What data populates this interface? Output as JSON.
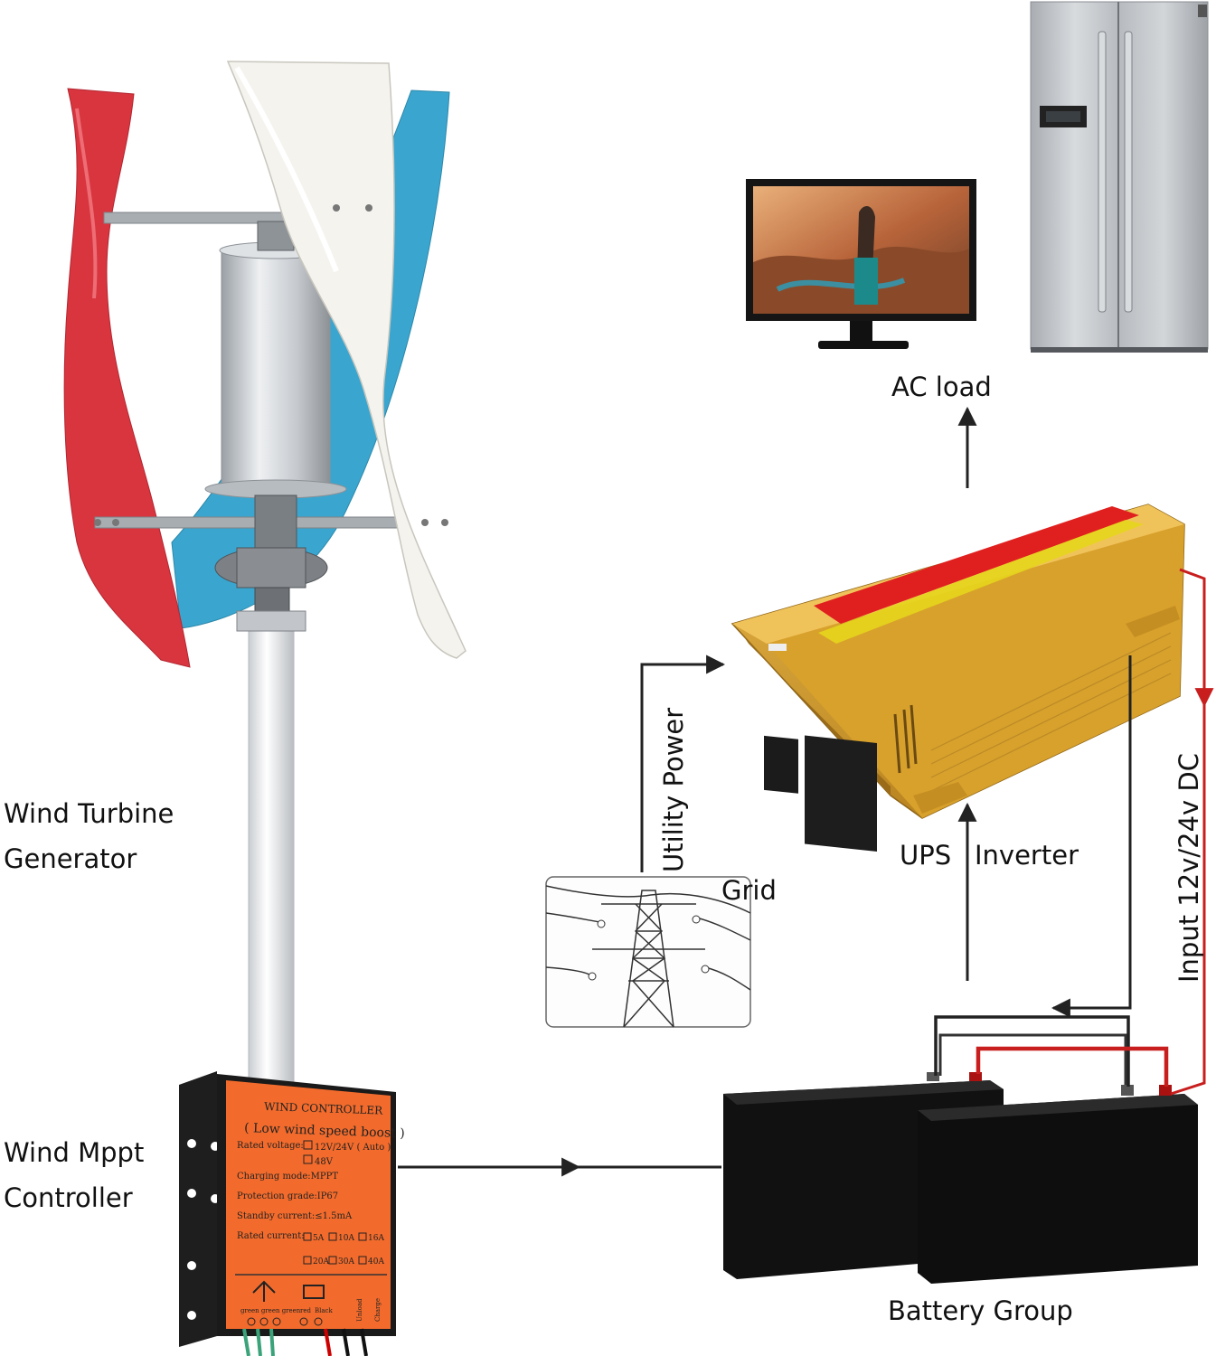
{
  "labels": {
    "wind_turbine_line1": "Wind Turbine",
    "wind_turbine_line2": "Generator",
    "mppt_line1": "Wind Mppt",
    "mppt_line2": "Controller",
    "ac_load": "AC load",
    "utility_power": "Utility Power",
    "grid": "Grid",
    "ups": "UPS",
    "inverter": "Inverter",
    "input_dc": "Input 12v/24v DC",
    "battery_group": "Battery Group"
  },
  "controller": {
    "title": "WIND CONTROLLER",
    "subtitle": "( Low wind speed boost )",
    "rated_voltage_label": "Rated voltage:",
    "rated_voltage_opt1": "12V/24V ( Auto )",
    "rated_voltage_opt2": "48V",
    "charging_mode": "Charging mode:MPPT",
    "protection_grade": "Protection grade:IP67",
    "standby_current": "Standby current:≤1.5mA",
    "rated_current_label": "Rated current:",
    "current_opts_row1": [
      "5A",
      "10A",
      "16A"
    ],
    "current_opts_row2": [
      "20A",
      "30A",
      "40A"
    ],
    "terminal_labels": [
      "green green green",
      "red",
      "Black",
      "Unload",
      "Charge"
    ]
  },
  "colors": {
    "arrow_black": "#222222",
    "dc_red": "#c81e1e",
    "controller_orange": "#f26b2c",
    "inverter_gold": "#d9a52f",
    "blade_red": "#d8353f",
    "blade_blue": "#3aa6cf",
    "blade_white": "#f4f3ee"
  },
  "icons": [
    "wind-turbine",
    "wind-controller",
    "battery",
    "inverter",
    "monitor",
    "refrigerator",
    "power-tower"
  ]
}
